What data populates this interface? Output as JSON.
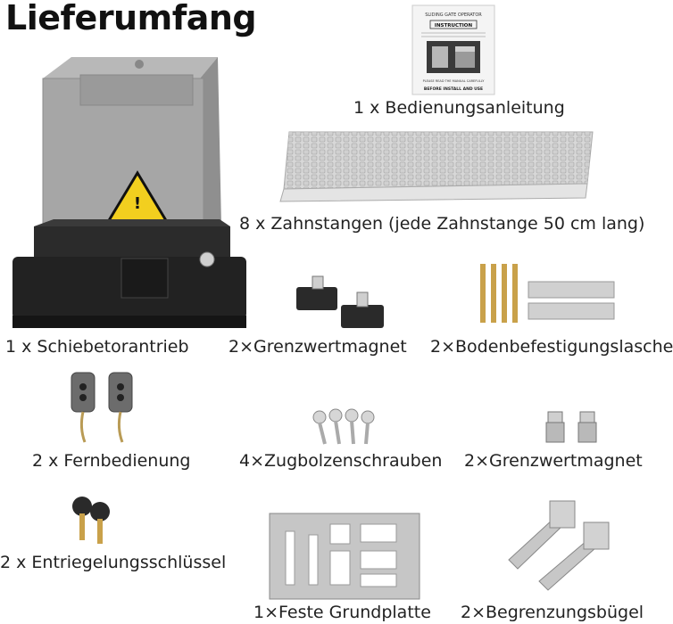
{
  "header": {
    "title": "Lieferumfang"
  },
  "manual": {
    "caption": "1 x Bedienungsanleitung",
    "cover_title": "SLIDING GATE OPERATOR",
    "cover_heading": "INSTRUCTION",
    "cover_note_1": "PLEASE READ THE MANUAL CAREFULLY",
    "cover_note_2": "BEFORE INSTALL AND USE"
  },
  "items": {
    "racks": "8 x Zahnstangen (jede Zahnstange 50 cm lang)",
    "motor": "1 x Schiebetorantrieb",
    "limit_magnet_1": "2×Grenzwertmagnet",
    "floor_brackets": "2×Bodenbefestigungslasche",
    "remotes": "2 x Fernbedienung",
    "bolts": "4×Zugbolzenschrauben",
    "limit_magnet_2": "2×Grenzwertmagnet",
    "keys": "2 x Entriegelungsschlüssel",
    "base_plate": "1×Feste Grundplatte",
    "limit_brackets": "2×Begrenzungsbügel"
  }
}
